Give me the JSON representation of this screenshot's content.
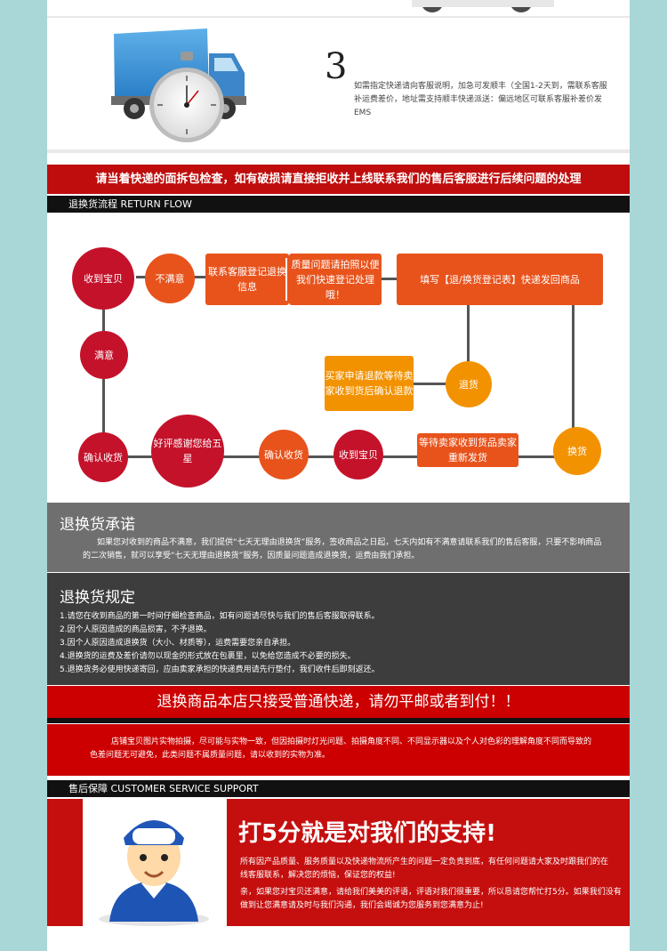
{
  "shipping": {
    "step_number": "3",
    "step_text": "如需指定快递请向客服说明，加急可发顺丰（全国1-2天到，需联系客服补运费差价，地址需支持顺丰快递派送：偏远地区可联系客服补差价发EMS"
  },
  "banner_inspect": "请当着快递的面拆包检查，如有破损请直接拒收并上线联系我们的售后客服进行后续问题的处理",
  "return_flow": {
    "heading": "退换货流程 RETURN FLOW",
    "received_1": "收到宝贝",
    "unsatisfied": "不满意",
    "contact_service": "联系客服登记退换信息",
    "quality_photo": "质量问题请拍照以便我们快速登记处理哦！",
    "fill_form": "填写【退/换货登记表】快递发回商品",
    "satisfied": "满意",
    "seller_refund": "买家申请退款等待卖家收到货后确认退款",
    "return_goods": "退货",
    "confirm_1": "确认收货",
    "good_review": "好评感谢您给五星",
    "confirm_2": "确认收货",
    "received_2": "收到宝贝",
    "seller_resend": "等待卖家收到货品卖家重新发货",
    "exchange": "换货"
  },
  "promise": {
    "title": "退换货承诺",
    "body": "如果您对收到的商品不满意，我们提供“七天无理由退换货”服务，签收商品之日起，七天内如有不满意请联系我们的售后客服，只要不影响商品的二次销售，就可以享受“七天无理由退换货”服务，因质量问题造成退换货，运费由我们承担。"
  },
  "rules": {
    "title": "退换货规定",
    "items": [
      "1.请您在收到商品的第一时间仔细检查商品，如有问题请尽快与我们的售后客服取得联系。",
      "2.因个人原因造成的商品损害，不予退换。",
      "3.因个人原因造成退换货（大小、材质等），运费需要您亲自承担。",
      "4.退换货的运费及差价请勿以现金的形式放在包裹里，以免给您造成不必要的损失。",
      "5.退换货务必使用快递寄回，应由卖家承担的快递费用请先行垫付，我们收件后即刻返还。"
    ]
  },
  "express_notice": "退换商品本店只接受普通快递，请勿平邮或者到付！！",
  "photo_notice": "店铺宝贝图片实物拍摄，尽可能与实物一致，但因拍摄时灯光问题、拍摄角度不同、不同显示器以及个人对色彩的理解角度不同而导致的色差问题无可避免，此类问题不属质量问题，请以收到的实物为准。",
  "service": {
    "heading": "售后保障 CUSTOMER SERVICE SUPPORT",
    "title": "打5分就是对我们的支持!",
    "para1": "所有因产品质量、服务质量以及快递物流所产生的问题一定负责到底，有任何问题请大家及时跟我们的在线客服联系，解决您的烦恼，保证您的权益!",
    "para2": "亲，如果您对宝贝还满意，请给我们美美的评语，评语对我们很重要，所以恳请您帮忙打5分。如果我们没有做到让您满意请及时与我们沟通，我们会竭诚为您服务到您满意为止!"
  },
  "colors": {
    "background": "#a9d6d7",
    "red": "#c4122b",
    "orange": "#e8531c",
    "amber": "#f39200",
    "banner_red": "#bf0d0d",
    "grey": "#6f6f6f",
    "dark_grey": "#3d3d3d"
  }
}
